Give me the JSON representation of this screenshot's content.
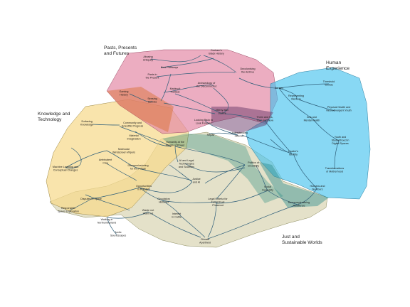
{
  "themes": {
    "pasts": {
      "line1": "Pasts, Presents",
      "line2": "and Futures",
      "color": "#e48aa6"
    },
    "human": {
      "line1": "Human",
      "line2": "Experience",
      "color": "#3fc0ee"
    },
    "knowledge": {
      "line1": "Knowledge and",
      "line2": "Technology",
      "color": "#f6d98c"
    },
    "just": {
      "line1": "Just and",
      "line2": "Sustainable Worlds",
      "color": "#d9d6b4"
    }
  },
  "nodes": {
    "abusing_antiquity": [
      "Abusing",
      "Antiquity"
    ],
    "durham_black_history": [
      "Durham's",
      "Black History"
    ],
    "new_pathways": [
      "New Pathways"
    ],
    "decolonising_archive": [
      "Decolonising",
      "the Archive"
    ],
    "past_in_present": [
      "Pasts in",
      "the Present"
    ],
    "archaeology_disconnected": [
      "Archaeology of",
      "the Disconnected"
    ],
    "gaming_history": [
      "Gaming",
      "History"
    ],
    "making_political": [
      "Making it",
      "Political"
    ],
    "sensing_secrets": [
      "Sensing",
      "Secrets"
    ],
    "mercy_justice": [
      "Mercy and",
      "Justice"
    ],
    "them_and_us": [
      "Them and Us,",
      "Then and Now"
    ],
    "surfacing_knowledge": [
      "Surfacing",
      "Knowledge"
    ],
    "community_scientific": [
      "Community and",
      "Scientific Progress"
    ],
    "looking_back": [
      "Looking Back to",
      "Look Forward"
    ],
    "repair": [
      "Repair"
    ],
    "understanding_offence": [
      "Understanding",
      "Offence"
    ],
    "material_imagination": [
      "Material",
      "Imagination"
    ],
    "humanity_margin": [
      "Humanity at the",
      "Margin of Power"
    ],
    "molecular_windscreen": [
      "Molecular",
      "Windscreen Wipers"
    ],
    "ai_legal": [
      "AI and Legal",
      "Technologies",
      "and Societies"
    ],
    "ambivalent_clay": [
      "Ambivalent",
      "Clay"
    ],
    "decommissioning": [
      "Decommissioning",
      "for the Future"
    ],
    "machine_learning": [
      "Machine Learning and",
      "Conceptual Changes"
    ],
    "politics_credibility": [
      "Politics of",
      "Credibility"
    ],
    "justice_ai": [
      "Justice",
      "and AI"
    ],
    "opportunities_pollution": [
      "Opportunities",
      "in Pollution"
    ],
    "social_inequality": [
      "Social",
      "Inequality"
    ],
    "disputes_space": [
      "Disputes in Space"
    ],
    "circulatory_histories": [
      "Circulatory",
      "Histories"
    ],
    "legal_criteria": [
      "Legal Criteria for",
      "Forest Fuel",
      "Phaseout"
    ],
    "responsible_space": [
      "Responsible",
      "Space Exploration"
    ],
    "waste_not": [
      "Waste not",
      "Want not"
    ],
    "reconceptualising": [
      "Reconceptualising",
      "Resilience"
    ],
    "walking_northumberland": [
      "Walking in",
      "Northumberland"
    ],
    "interest_cattle": [
      "Interest",
      "in Cattle"
    ],
    "arctic_soundscapes": [
      "Arctic",
      "Soundscapes"
    ],
    "climate_apartheid": [
      "Climate",
      "Apartheid"
    ],
    "senses": [
      "Senses"
    ],
    "threshold_worlds": [
      "Threshold",
      "Worlds"
    ],
    "representing_memory": [
      "Representing",
      "Memory"
    ],
    "physical_health": [
      "Physical Health and",
      "Neurodivergent Youth"
    ],
    "arts_mental_health": [
      "Arts and",
      "Mental Health"
    ],
    "youth_studenthood": [
      "Youth and",
      "Studenthood in",
      "Digital Spaces"
    ],
    "leaders_identity": [
      "Leader's",
      "Identity"
    ],
    "transformations_motherhood": [
      "Transformations",
      "of Motherhood"
    ],
    "humans_numbers": [
      "Humans and",
      "Numbers"
    ]
  }
}
